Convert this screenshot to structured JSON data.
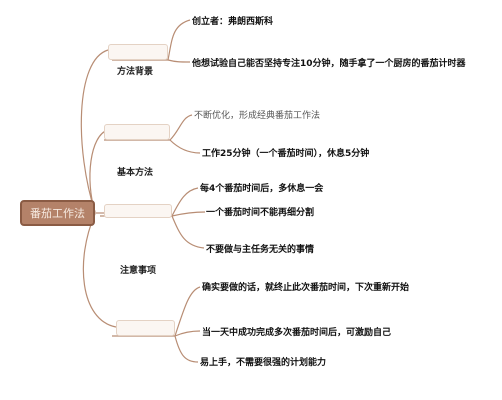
{
  "root": {
    "label": "番茄工作法"
  },
  "branches": [
    {
      "label": "方法背景",
      "leaves": [
        {
          "text": "创立者：弗朗西斯科"
        },
        {
          "text": "他想试验自己能否坚持专注10分钟，随手拿了一个厨房的番茄计时器"
        }
      ]
    },
    {
      "label": "基本方法",
      "leaves": [
        {
          "text": "不断优化，形成经典番茄工作法"
        },
        {
          "text": "工作25分钟（一个番茄时间），休息5分钟"
        }
      ]
    },
    {
      "label": "注意事项",
      "leaves": [
        {
          "text": "每4个番茄时间后，多休息一会"
        },
        {
          "text": "一个番茄时间不能再细分割"
        },
        {
          "text": "不要做与主任务无关的事情"
        }
      ]
    },
    {
      "label": "",
      "leaves": [
        {
          "text": "确实要做的话，就终止此次番茄时间，下次重新开始"
        },
        {
          "text": "当一天中成功完成多次番茄时间后，可激励自己"
        },
        {
          "text": "易上手，不需要很强的计划能力"
        }
      ]
    }
  ],
  "colors": {
    "link": "#b88d74",
    "root_fill": "#b48269",
    "box_fill": "#fbf6f2"
  }
}
